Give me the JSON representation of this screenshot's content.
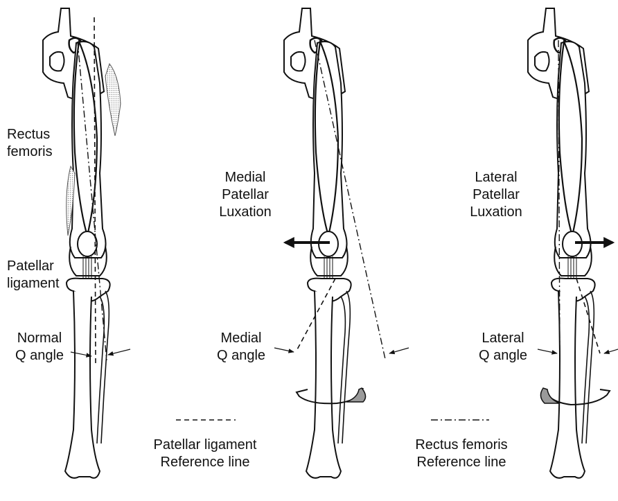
{
  "labels": {
    "rectus_femoris": [
      "Rectus",
      "femoris"
    ],
    "patellar_ligament": [
      "Patellar",
      "ligament"
    ],
    "normal_q_angle": [
      "Normal",
      "Q angle"
    ],
    "medial_patellar_luxation": [
      "Medial",
      "Patellar",
      "Luxation"
    ],
    "medial_q_angle": [
      "Medial",
      "Q angle"
    ],
    "lateral_patellar_luxation": [
      "Lateral",
      "Patellar",
      "Luxation"
    ],
    "lateral_q_angle": [
      "Lateral",
      "Q angle"
    ]
  },
  "legend": {
    "patellar_ligament": [
      "Patellar ligament",
      "Reference line"
    ],
    "rectus_femoris": [
      "Rectus femoris",
      "Reference line"
    ]
  },
  "colors": {
    "outline": "#111111",
    "muscle_shade": "#bdbdbd",
    "rotation_fill": "#9a9a9a"
  }
}
